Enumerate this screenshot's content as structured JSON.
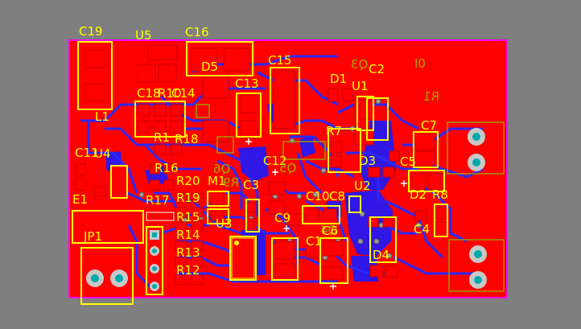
{
  "board": {
    "board_color": "#ff0000",
    "bottom_copper_color": "#0000ff",
    "silk_color": "#ffff00",
    "outline_color": "#ff00ff",
    "pad_color": "#c0c0c0",
    "via_color": "#808080",
    "background_color": "#7f7f7f"
  },
  "designators": {
    "c19": "C19",
    "u5": "U5",
    "c16": "C16",
    "d5": "D5",
    "c15": "C15",
    "q3": "Q3",
    "c2": "C2",
    "i0": "I0",
    "d1": "D1",
    "u1": "U1",
    "c13": "C13",
    "c18": "C18",
    "r10": "R10",
    "c14": "C14",
    "r1_top": "R1",
    "l1": "L1",
    "c7": "C7",
    "r1": "R1",
    "r18": "R18",
    "r7": "R7",
    "c11": "C11",
    "u4": "U4",
    "d3": "D3",
    "c5": "C5",
    "c12": "C12",
    "r16": "R16",
    "q6": "Q6",
    "q5": "Q5",
    "r20": "R20",
    "m1": "M1",
    "r9": "R9",
    "c3": "C3",
    "u2": "U2",
    "d2": "D2",
    "r8": "R8",
    "e1": "E1",
    "r19": "R19",
    "c10": "C10",
    "c8": "C8",
    "r17": "R17",
    "c9": "C9",
    "r15": "R15",
    "u3": "U3",
    "c4": "C4",
    "r14": "R14",
    "jp1": "JP1",
    "c1": "C1",
    "q4": "Q4",
    "c6": "C6",
    "r13": "R13",
    "r12": "R12",
    "d4": "D4"
  }
}
